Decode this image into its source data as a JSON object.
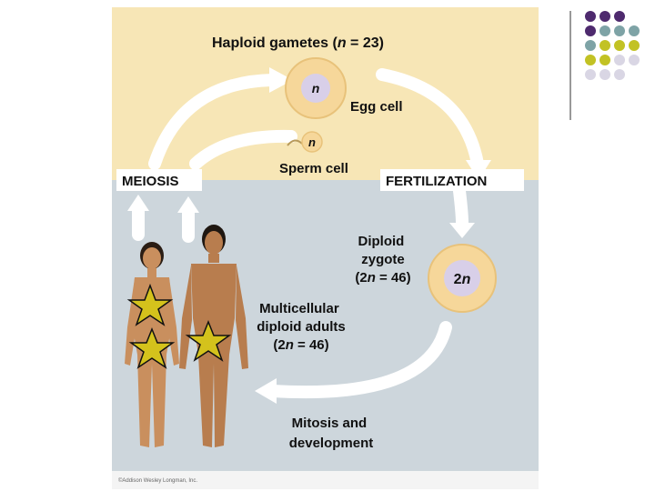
{
  "diagram": {
    "title": "Haploid gametes (",
    "title_n": "n",
    "title_rest": " = 23)",
    "egg": {
      "label": "Egg cell",
      "cell_text": "n"
    },
    "sperm": {
      "label": "Sperm cell",
      "cell_text": "n"
    },
    "meiosis_label": "MEIOSIS",
    "fertilization_label": "FERTILIZATION",
    "zygote": {
      "line1": "Diploid",
      "line2": "zygote",
      "line3_pre": "(2",
      "line3_n": "n",
      "line3_post": " = 46)",
      "cell_text_num": "2",
      "cell_text_n": "n"
    },
    "adults": {
      "line1": "Multicellular",
      "line2": "diploid adults",
      "line3_pre": "(2",
      "line3_n": "n",
      "line3_post": " = 46)"
    },
    "mitosis": {
      "line1": "Mitosis and",
      "line2": "development"
    },
    "copyright": "©Addison Wesley Longman, Inc."
  },
  "colors": {
    "top_panel": "#f7e6b6",
    "bottom_panel": "#cdd6dc",
    "cell_fill": "#f6d79a",
    "cell_inner": "#d8cfe8",
    "arrow": "#ffffff",
    "star": "#d4c21c",
    "dot_purple": "#4e2a6e",
    "dot_teal": "#7ea3a6",
    "dot_yellow": "#c2c224",
    "dot_lavender": "#d9d6e4"
  },
  "decor": {
    "dot_grid": [
      [
        "purple",
        "purple",
        "purple",
        ""
      ],
      [
        "purple",
        "teal",
        "teal",
        "teal"
      ],
      [
        "teal",
        "yellow",
        "yellow",
        "yellow"
      ],
      [
        "yellow",
        "yellow",
        "lavender",
        "lavender"
      ],
      [
        "lavender",
        "lavender",
        "lavender",
        ""
      ]
    ]
  }
}
